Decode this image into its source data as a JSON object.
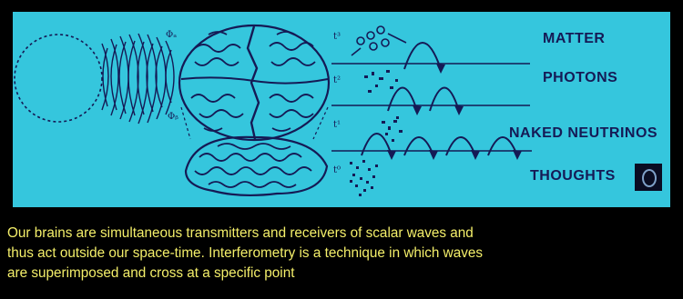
{
  "labels": {
    "matter": "MATTER",
    "photons": "PHOTONS",
    "neutrinos": "NAKED NEUTRINOS",
    "thoughts": "THOUGHTS"
  },
  "diagram": {
    "level_marks": [
      "t³",
      "t²",
      "t¹",
      "t⁰"
    ],
    "phi_marks": [
      "Φₐ",
      "Φᵦ"
    ]
  },
  "caption": [
    "Our brains are simultaneous transmitters and receivers of scalar waves and",
    "thus act outside our space-time. Interferometry is a technique in which waves",
    "are superimposed and cross at a specific point"
  ],
  "colors": {
    "slide_bg": "#35c6dd",
    "ink": "#151a55",
    "caption": "#f4ef6a"
  }
}
